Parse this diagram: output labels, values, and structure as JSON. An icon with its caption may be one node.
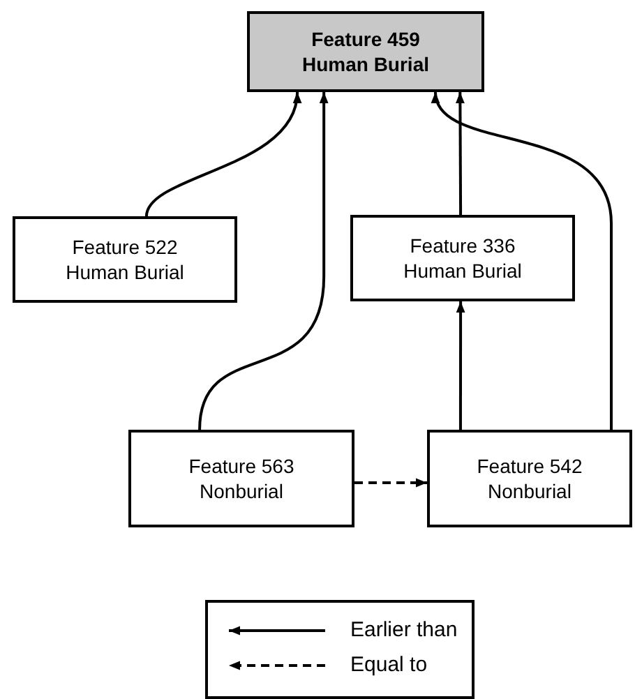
{
  "diagram": {
    "nodes": [
      {
        "text": [
          "Feature 459",
          "Human Burial"
        ]
      },
      {
        "text": [
          "Feature 522",
          "Human Burial"
        ]
      },
      {
        "text": [
          "Feature 336",
          "Human Burial"
        ]
      },
      {
        "text": [
          "Feature 563",
          "Nonburial"
        ]
      },
      {
        "text": [
          "Feature 542",
          "Nonburial"
        ]
      }
    ],
    "edges": [
      {
        "from": 1,
        "to": 0,
        "arrow": "to"
      },
      {
        "from": 3,
        "to": 0,
        "arrow": "to"
      },
      {
        "from": 2,
        "to": 0,
        "arrow": "to"
      },
      {
        "from": 4,
        "to": 0,
        "arrow": "to"
      },
      {
        "from": 4,
        "to": 2,
        "arrow": "to"
      },
      {
        "from": 3,
        "to": 4,
        "arrow": "to",
        "style": "dashed"
      }
    ],
    "legend": [
      {
        "text": "Earlier than"
      },
      {
        "text": "Equal to"
      }
    ]
  }
}
